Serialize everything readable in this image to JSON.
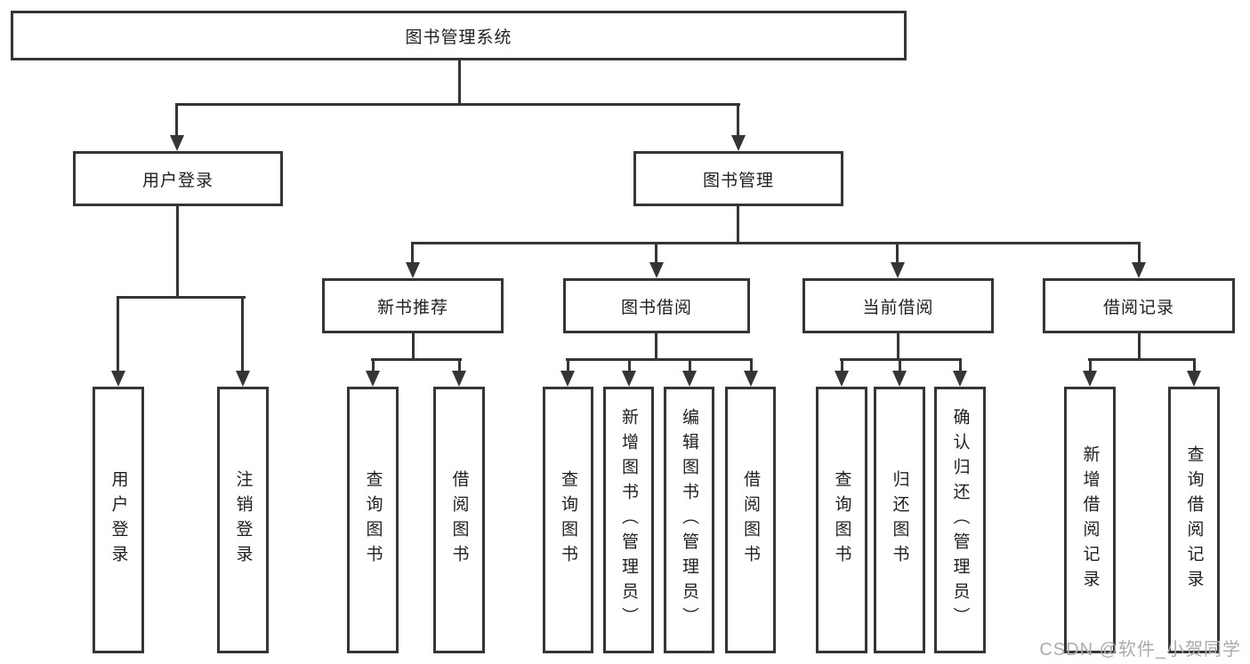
{
  "colors": {
    "line": "#353535",
    "text": "#1f1f1f",
    "background": "#ffffff",
    "watermark": "#ababab"
  },
  "watermark": {
    "text": "CSDN @软件_小贺同学"
  },
  "tree": {
    "root": {
      "label": "图书管理系统",
      "children": [
        {
          "label": "用户登录",
          "children": [
            {
              "label": "用户登录"
            },
            {
              "label": "注销登录"
            }
          ]
        },
        {
          "label": "图书管理",
          "children": [
            {
              "label": "新书推荐",
              "children": [
                {
                  "label": "查询图书"
                },
                {
                  "label": "借阅图书"
                }
              ]
            },
            {
              "label": "图书借阅",
              "children": [
                {
                  "label": "查询图书"
                },
                {
                  "label": "新增图书（管理员）"
                },
                {
                  "label": "编辑图书（管理员）"
                },
                {
                  "label": "借阅图书"
                }
              ]
            },
            {
              "label": "当前借阅",
              "children": [
                {
                  "label": "查询图书"
                },
                {
                  "label": "归还图书"
                },
                {
                  "label": "确认归还（管理员）"
                }
              ]
            },
            {
              "label": "借阅记录",
              "children": [
                {
                  "label": "新增借阅记录"
                },
                {
                  "label": "查询借阅记录"
                }
              ]
            }
          ]
        }
      ]
    }
  }
}
